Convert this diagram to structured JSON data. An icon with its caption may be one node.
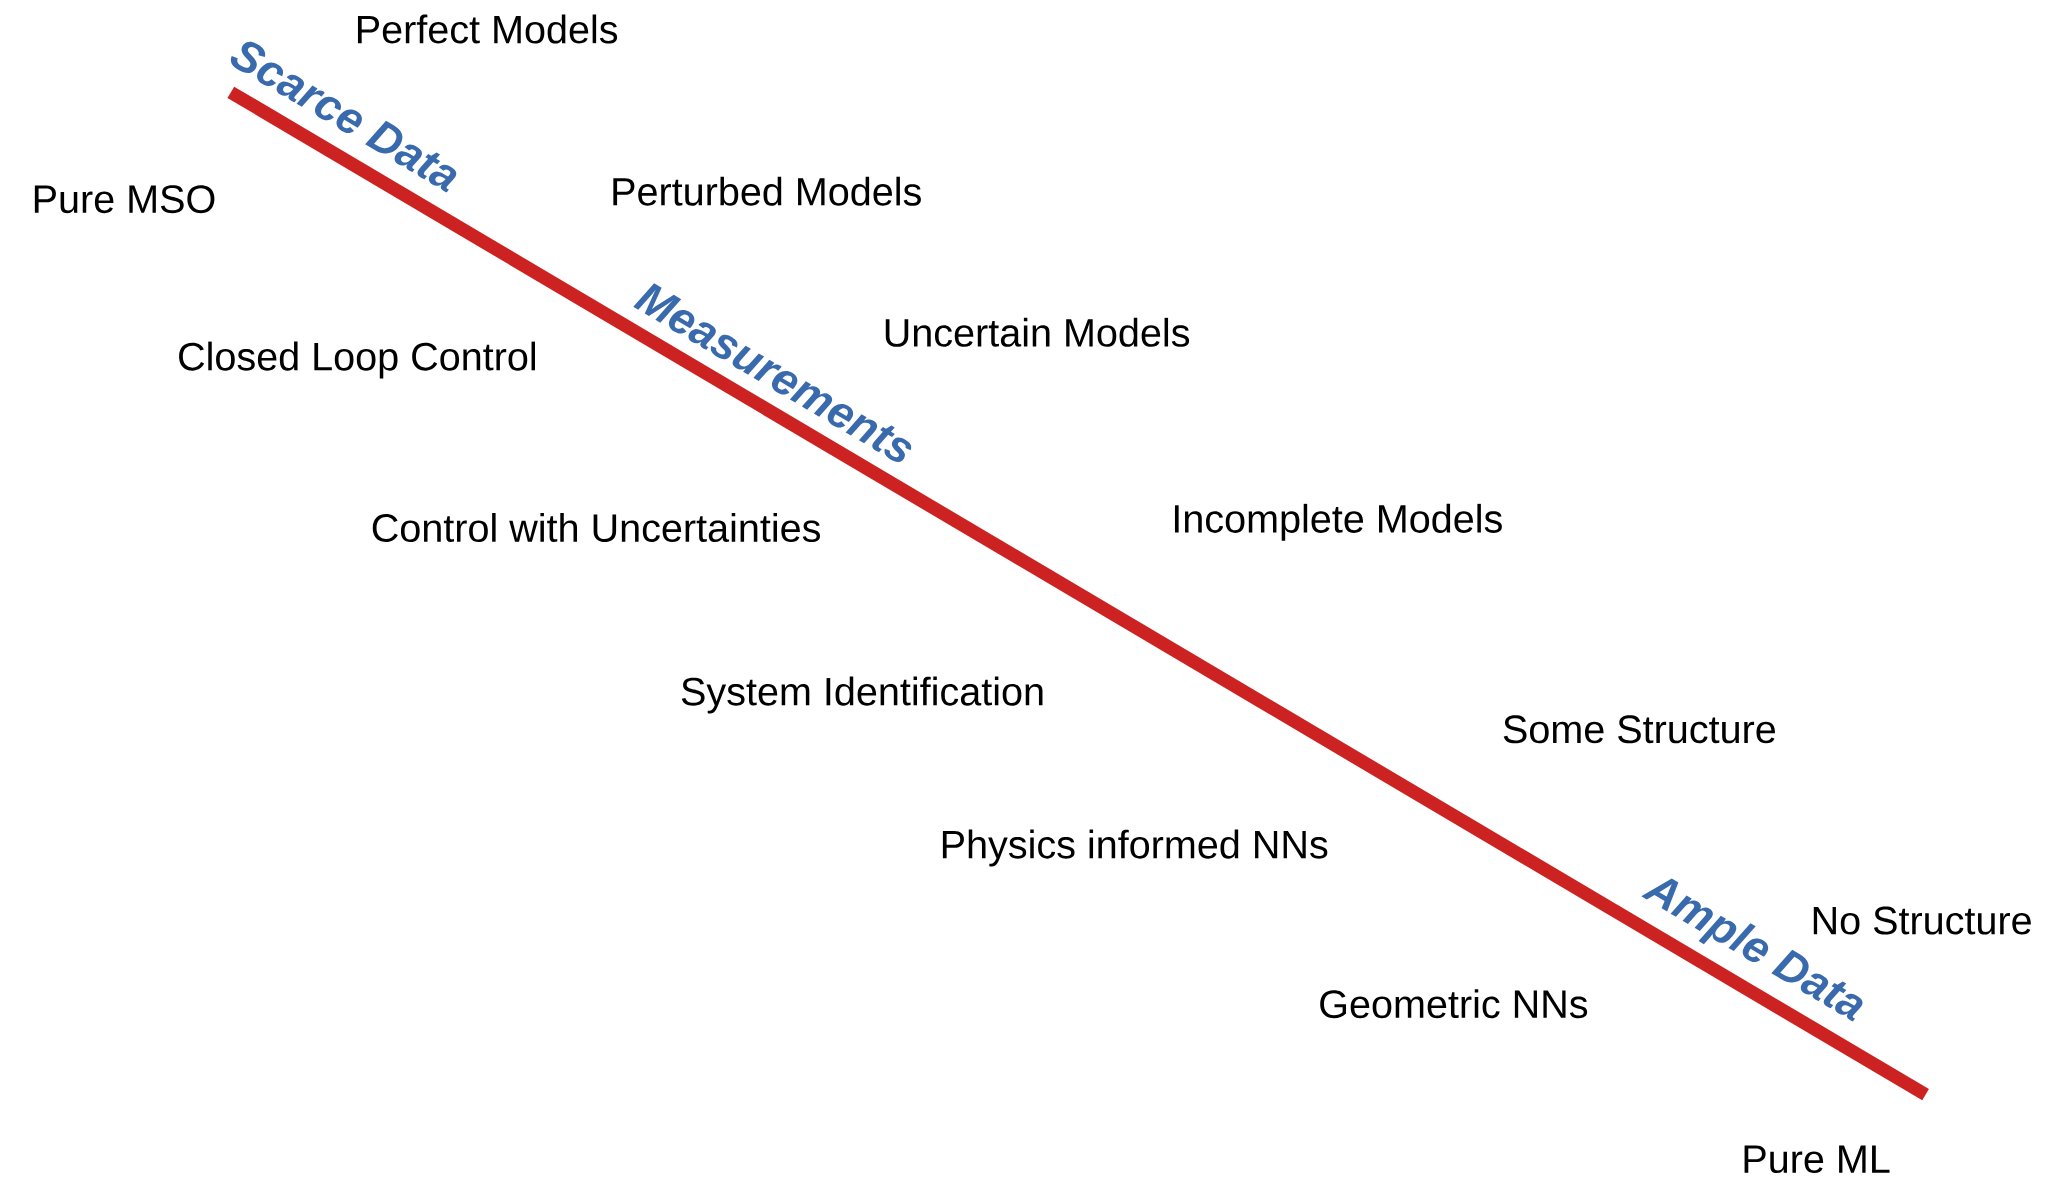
{
  "diagram": {
    "labels": [
      "Perfect Models",
      "Scarce Data",
      "Perturbed Models",
      "Pure MSO",
      "Uncertain Models",
      "Closed Loop Control",
      "Measurements",
      "Incomplete Models",
      "Control with Uncertainties",
      "System Identification",
      "Some Structure",
      "Physics informed NNs",
      "No Structure",
      "Ample Data",
      "Geometric NNs",
      "Pure ML"
    ]
  }
}
